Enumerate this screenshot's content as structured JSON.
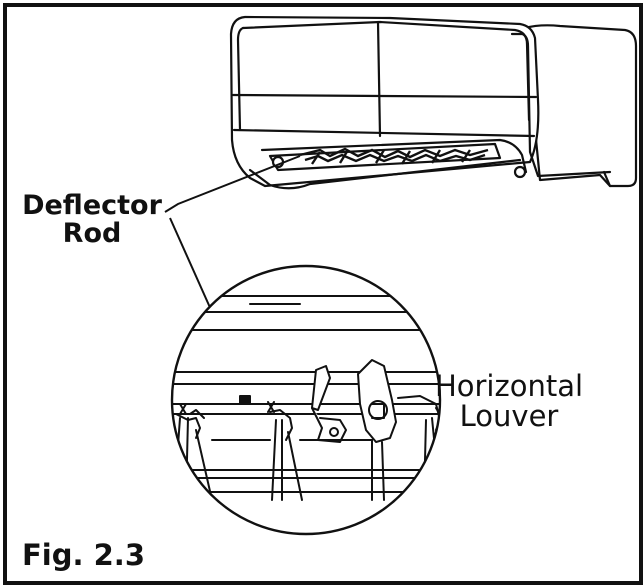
{
  "labels": {
    "deflector_line1": "Deflector",
    "deflector_line2": "Rod",
    "louver_line1": "Horizontal",
    "louver_line2": "Louver",
    "figure": "Fig. 2.3"
  },
  "colors": {
    "ink": "#111111",
    "background": "#ffffff",
    "frame": "#111111"
  }
}
